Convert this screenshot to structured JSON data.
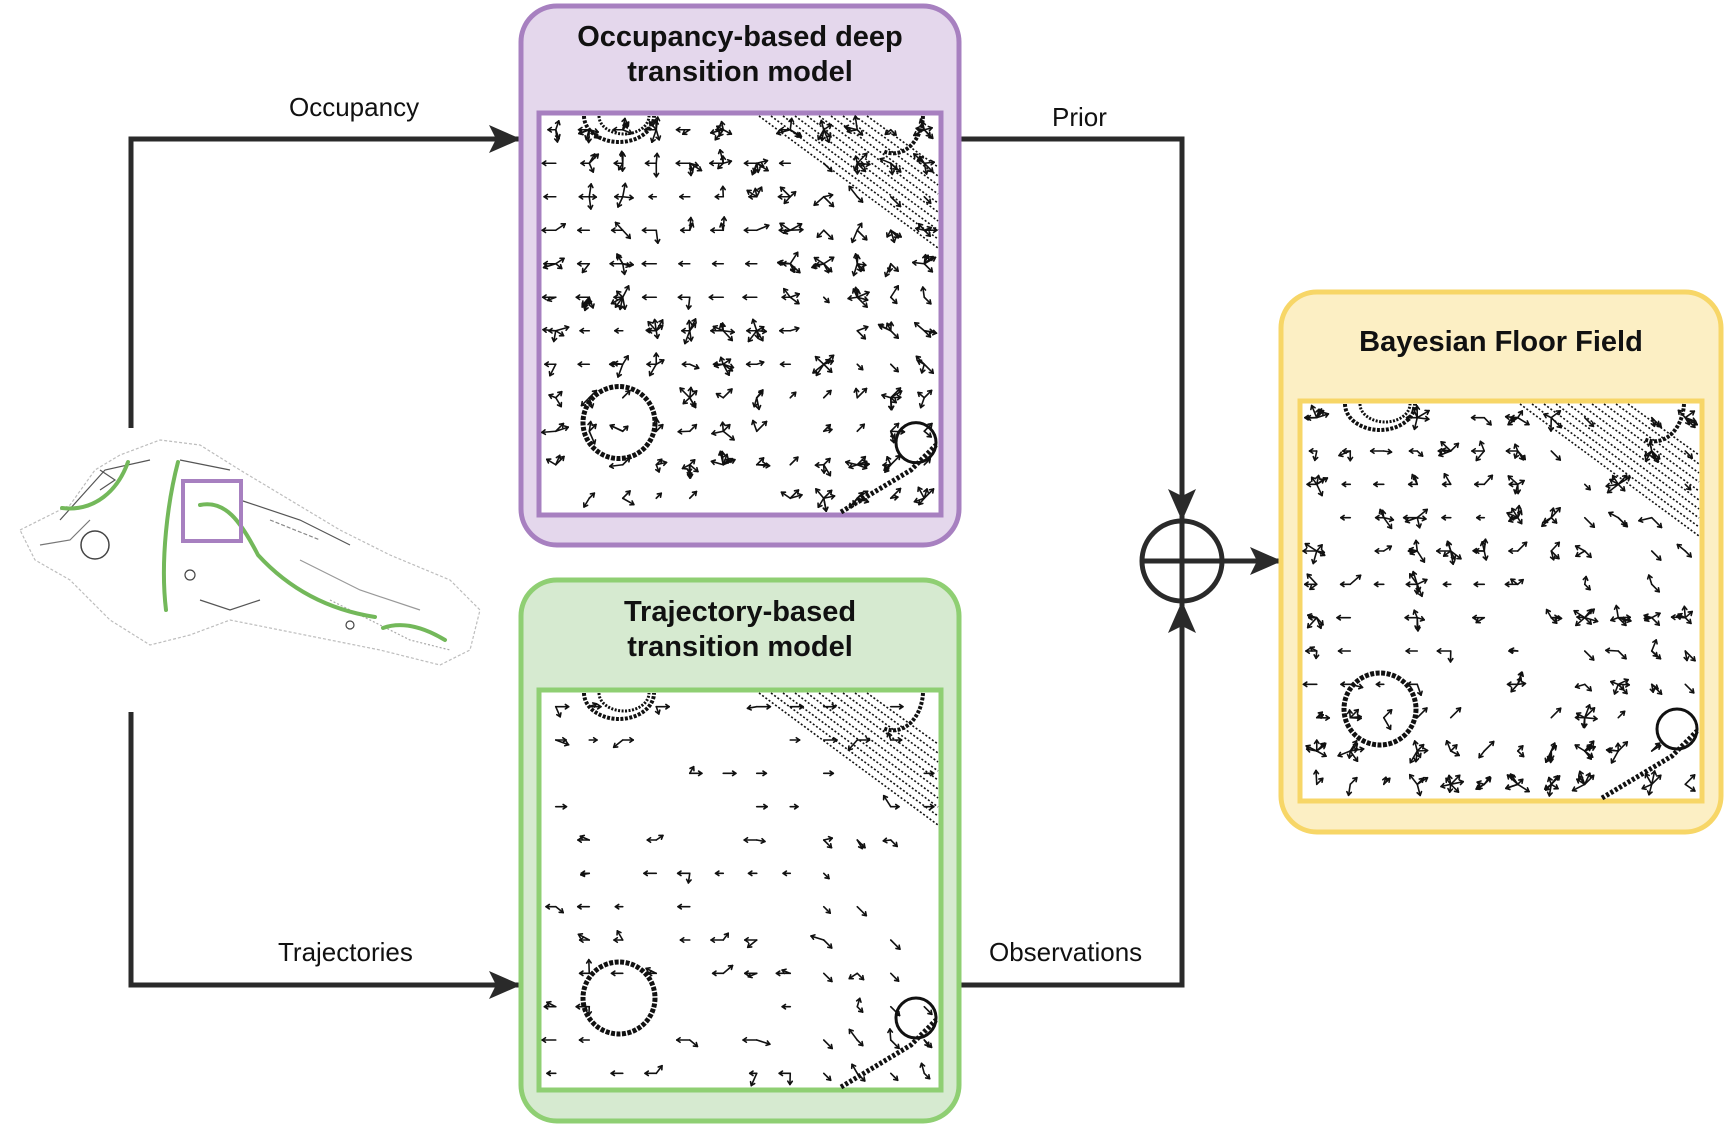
{
  "nodes": {
    "occupancy_model": {
      "title_line1": "Occupancy-based deep",
      "title_line2": "transition model",
      "fill": "#e4d7ec",
      "border": "#a780c0"
    },
    "trajectory_model": {
      "title_line1": "Trajectory-based",
      "title_line2": "transition model",
      "fill": "#d6ead0",
      "border": "#8fcf73"
    },
    "floor_field": {
      "title": "Bayesian Floor Field",
      "fill": "#fcefc4",
      "border": "#f7d667"
    }
  },
  "edges": {
    "occupancy": "Occupancy",
    "trajectories": "Trajectories",
    "prior": "Prior",
    "observations": "Observations"
  },
  "colors": {
    "wire": "#2a2a2a",
    "map_paths": "#73b85a",
    "map_highlight": "#a780c0"
  },
  "icons": {
    "combine": "circled-plus-icon"
  }
}
